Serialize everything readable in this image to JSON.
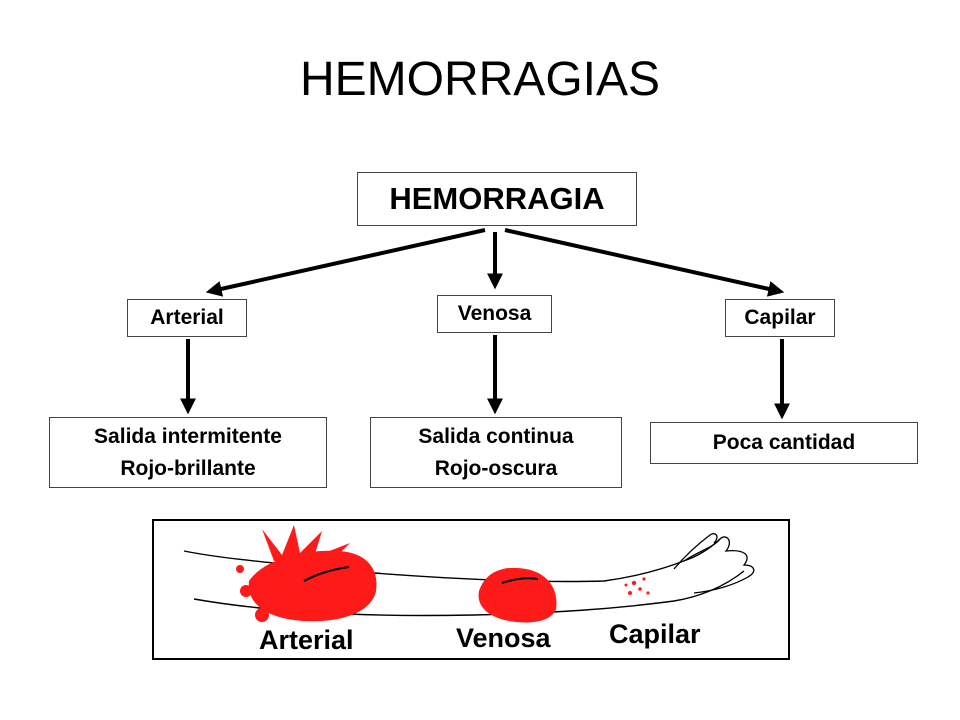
{
  "slide": {
    "title": "HEMORRAGIAS"
  },
  "diagram": {
    "root": "HEMORRAGIA",
    "types": [
      {
        "label": "Arterial",
        "description": [
          "Salida intermitente",
          "Rojo-brillante"
        ]
      },
      {
        "label": "Venosa",
        "description": [
          "Salida continua",
          "Rojo-oscura"
        ]
      },
      {
        "label": "Capilar",
        "description": [
          "Poca cantidad"
        ]
      }
    ]
  },
  "illustration": {
    "labels": [
      "Arterial",
      "Venosa",
      "Capilar"
    ]
  },
  "colors": {
    "blood": "#ff1a1a",
    "line": "#000000",
    "box_border": "#444444"
  }
}
